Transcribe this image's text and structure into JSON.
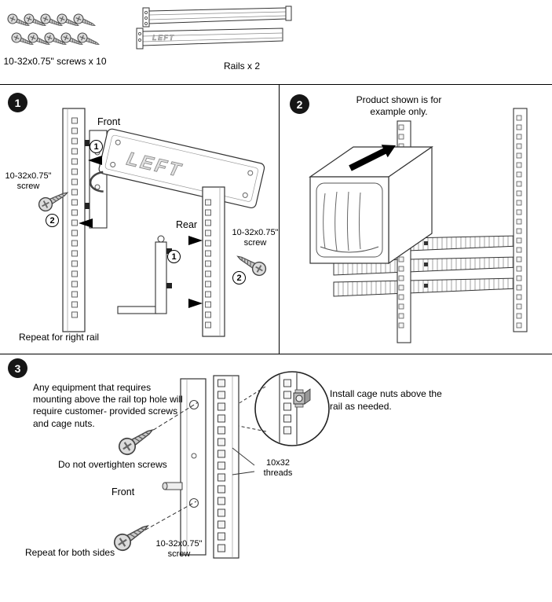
{
  "parts": {
    "screws_label": "10-32x0.75\" screws x 10",
    "rails_label": "Rails x 2",
    "rail_text": "LEFT"
  },
  "steps": {
    "one": {
      "number": "1",
      "front_label": "Front",
      "rear_label": "Rear",
      "rail_text": "LEFT",
      "front_screw_label": "10-32x0.75\"\nscrew",
      "rear_screw_label": "10-32x0.75\"\nscrew",
      "callout_1": "1",
      "callout_2": "2",
      "repeat_note": "Repeat for right rail"
    },
    "two": {
      "number": "2",
      "product_note": "Product shown is for example only."
    },
    "three": {
      "number": "3",
      "requirements_note": "Any equipment that requires mounting above the rail top hole will require customer- provided screws and cage nuts.",
      "overtighten_note": "Do not overtighten screws",
      "front_label": "Front",
      "screw_label": "10-32x0.75\"\nscrew",
      "threads_label": "10x32\nthreads",
      "cage_nut_note": "Install cage nuts above the rail as needed.",
      "repeat_note": "Repeat for both sides"
    }
  }
}
